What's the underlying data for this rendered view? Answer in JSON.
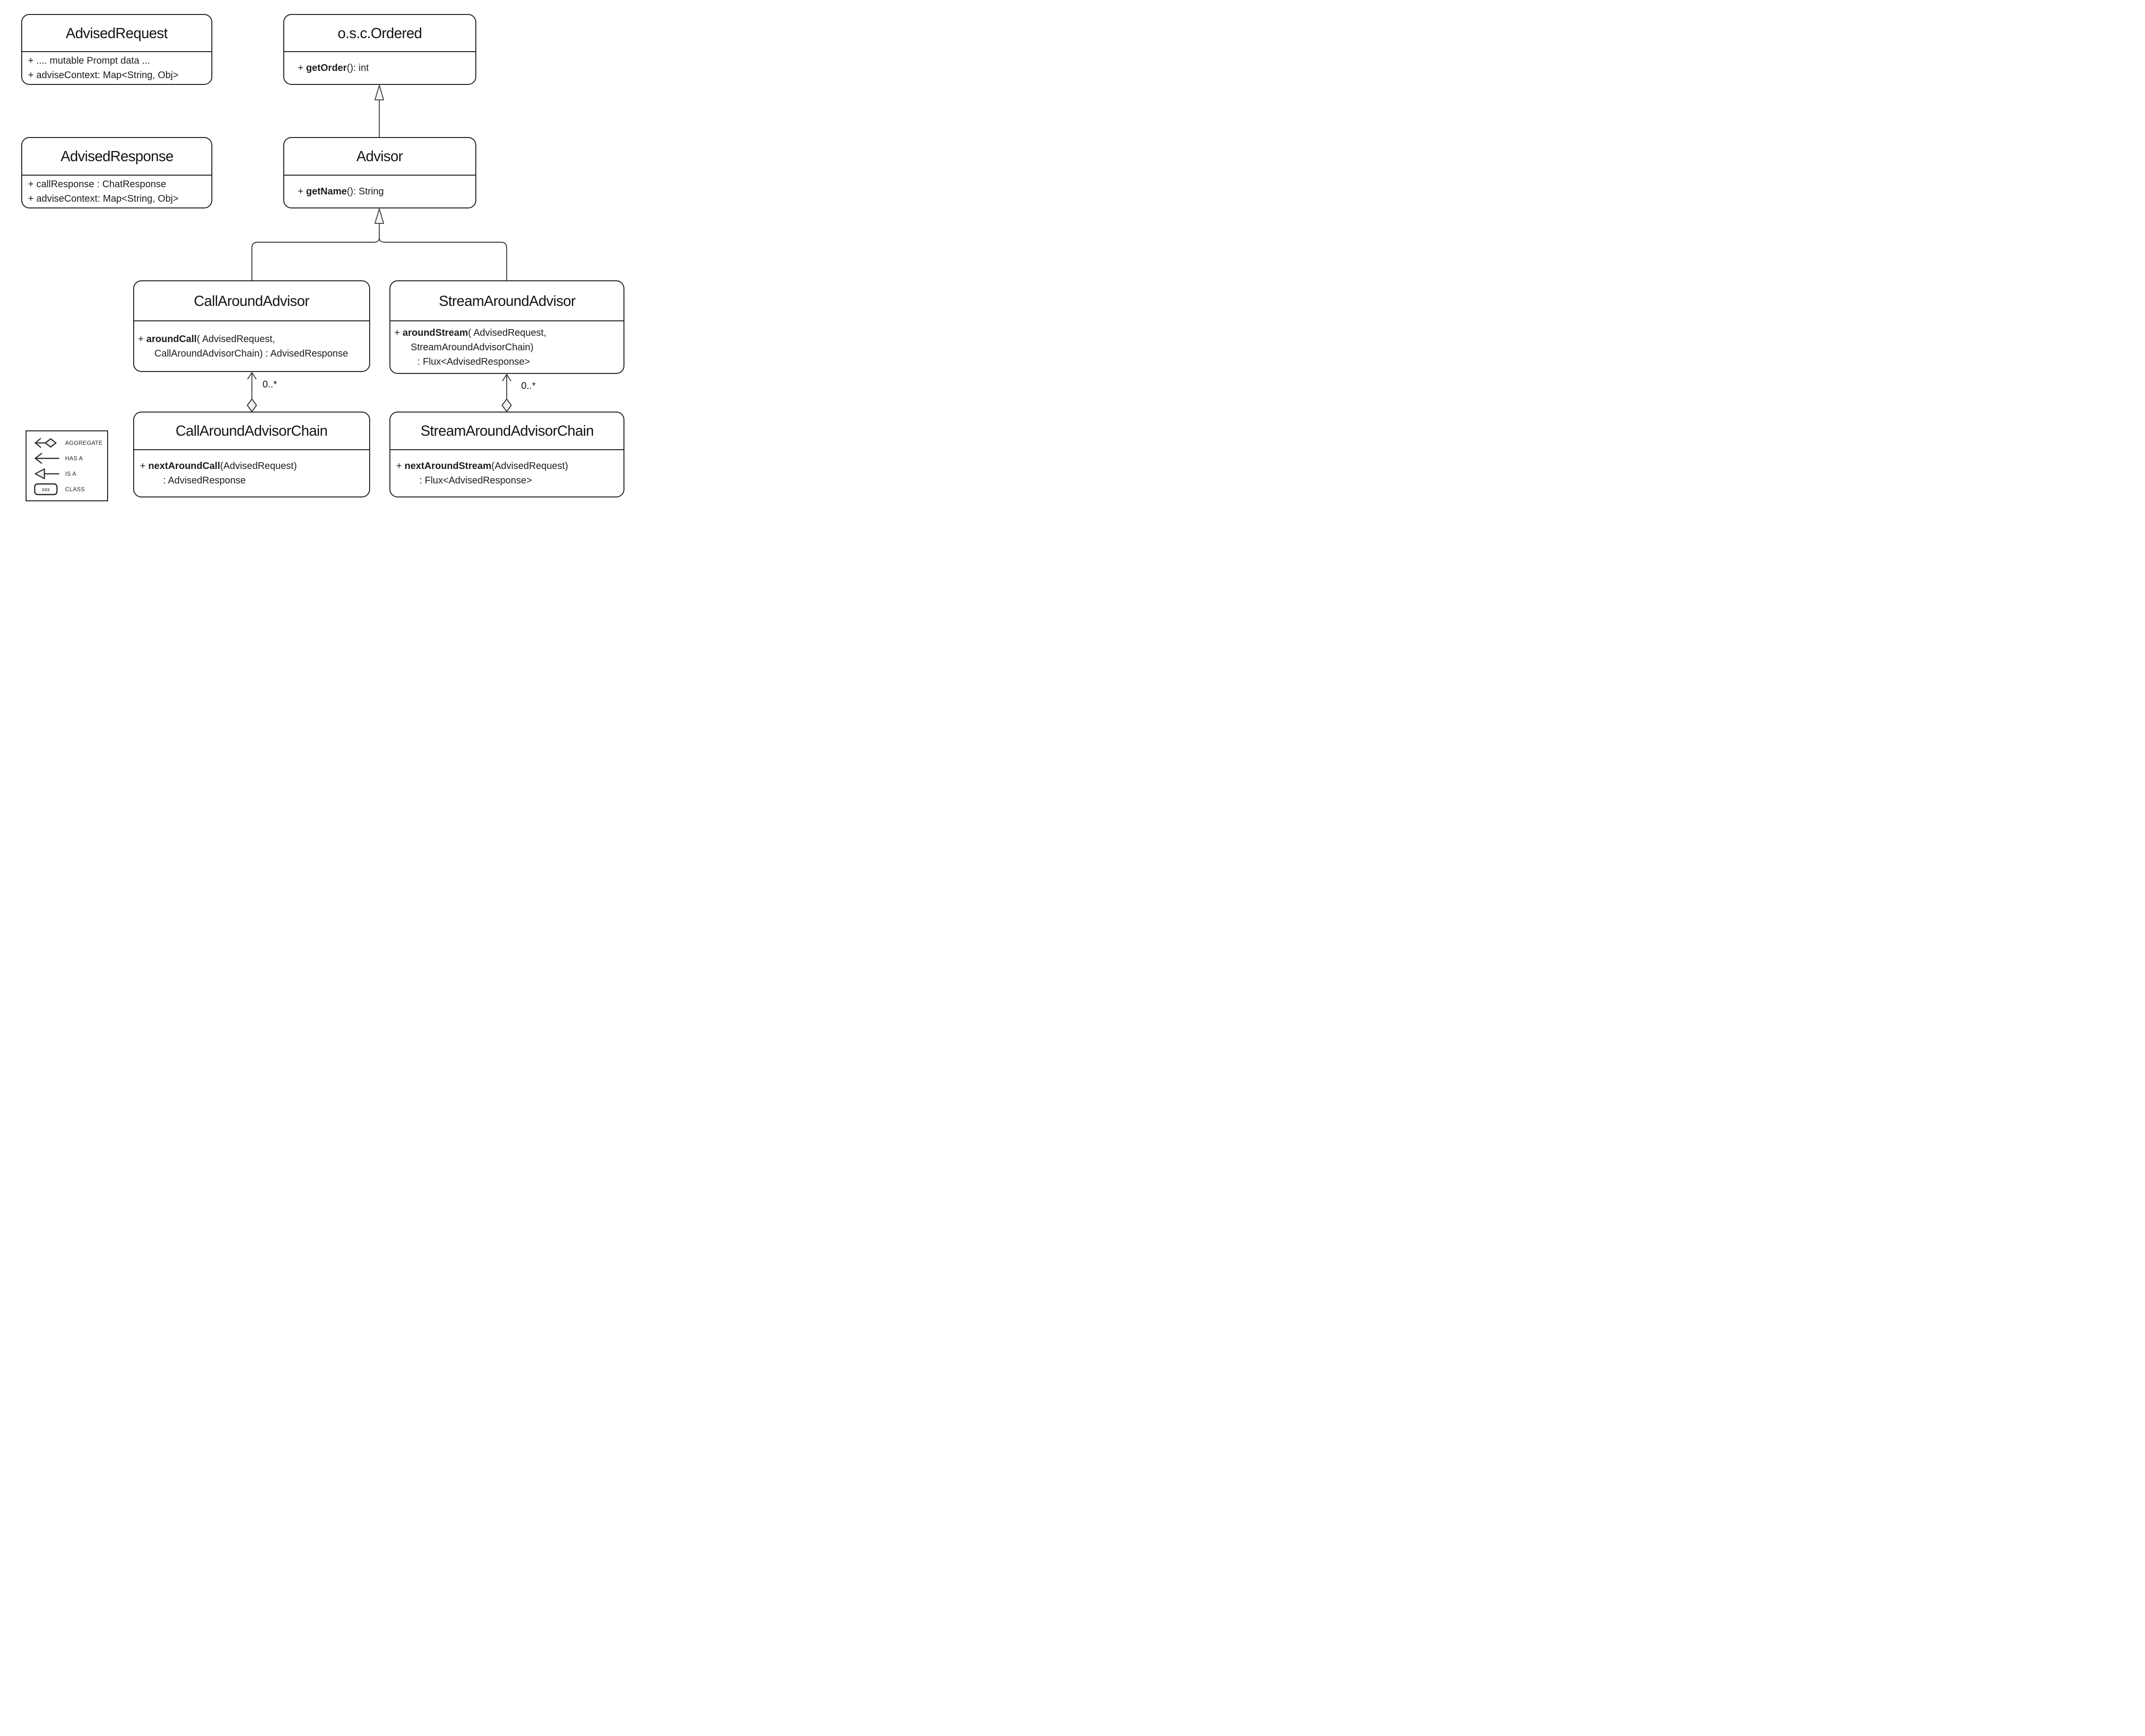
{
  "classes": [
    {
      "key": "advisedRequest",
      "title": "AdvisedRequest",
      "members": [
        {
          "indent": 0,
          "segments": [
            {
              "text": "+ .... mutable Prompt data ...",
              "bold": false
            }
          ]
        },
        {
          "indent": 0,
          "segments": [
            {
              "text": "+ adviseContext: Map<String, Obj>",
              "bold": false
            }
          ]
        }
      ]
    },
    {
      "key": "oscOrdered",
      "title": "o.s.c.Ordered",
      "members": [
        {
          "indent": 0,
          "segments": [
            {
              "text": "+ ",
              "bold": false
            },
            {
              "text": "getOrder",
              "bold": true
            },
            {
              "text": "(): int",
              "bold": false
            }
          ]
        }
      ]
    },
    {
      "key": "advisedResponse",
      "title": "AdvisedResponse",
      "members": [
        {
          "indent": 0,
          "segments": [
            {
              "text": "+ callResponse : ChatResponse",
              "bold": false
            }
          ]
        },
        {
          "indent": 0,
          "segments": [
            {
              "text": "+ adviseContext: Map<String, Obj>",
              "bold": false
            }
          ]
        }
      ]
    },
    {
      "key": "advisor",
      "title": "Advisor",
      "members": [
        {
          "indent": 0,
          "segments": [
            {
              "text": "+ ",
              "bold": false
            },
            {
              "text": "getName",
              "bold": true
            },
            {
              "text": "(): String",
              "bold": false
            }
          ]
        }
      ]
    },
    {
      "key": "callAroundAdvisor",
      "title": "CallAroundAdvisor",
      "members": [
        {
          "indent": 0,
          "segments": [
            {
              "text": "+ ",
              "bold": false
            },
            {
              "text": "aroundCall",
              "bold": true
            },
            {
              "text": "( AdvisedRequest,",
              "bold": false
            }
          ]
        },
        {
          "indent": 1,
          "segments": [
            {
              "text": "CallAroundAdvisorChain) : AdvisedResponse",
              "bold": false
            }
          ]
        }
      ]
    },
    {
      "key": "streamAroundAdvisor",
      "title": "StreamAroundAdvisor",
      "members": [
        {
          "indent": 0,
          "segments": [
            {
              "text": "+ ",
              "bold": false
            },
            {
              "text": "aroundStream",
              "bold": true
            },
            {
              "text": "( AdvisedRequest,",
              "bold": false
            }
          ]
        },
        {
          "indent": 1,
          "segments": [
            {
              "text": "StreamAroundAdvisorChain)",
              "bold": false
            }
          ]
        },
        {
          "indent": 2,
          "segments": [
            {
              "text": ": Flux<AdvisedResponse>",
              "bold": false
            }
          ]
        }
      ]
    },
    {
      "key": "callAroundAdvisorChain",
      "title": "CallAroundAdvisorChain",
      "members": [
        {
          "indent": 0,
          "segments": [
            {
              "text": "+ ",
              "bold": false
            },
            {
              "text": "nextAroundCall",
              "bold": true
            },
            {
              "text": "(AdvisedRequest)",
              "bold": false
            }
          ]
        },
        {
          "indent": 2,
          "segments": [
            {
              "text": ": AdvisedResponse",
              "bold": false
            }
          ]
        }
      ]
    },
    {
      "key": "streamAroundAdvisorChain",
      "title": "StreamAroundAdvisorChain",
      "members": [
        {
          "indent": 0,
          "segments": [
            {
              "text": "+ ",
              "bold": false
            },
            {
              "text": "nextAroundStream",
              "bold": true
            },
            {
              "text": "(AdvisedRequest)",
              "bold": false
            }
          ]
        },
        {
          "indent": 2,
          "segments": [
            {
              "text": ": Flux<AdvisedResponse>",
              "bold": false
            }
          ]
        }
      ]
    }
  ],
  "relations": [
    {
      "type": "is-a",
      "from": "Advisor",
      "to": "o.s.c.Ordered"
    },
    {
      "type": "is-a",
      "from": "CallAroundAdvisor",
      "to": "Advisor"
    },
    {
      "type": "is-a",
      "from": "StreamAroundAdvisor",
      "to": "Advisor"
    },
    {
      "type": "aggregate",
      "from": "CallAroundAdvisorChain",
      "to": "CallAroundAdvisor",
      "multiplicity": "0..*"
    },
    {
      "type": "aggregate",
      "from": "StreamAroundAdvisorChain",
      "to": "StreamAroundAdvisor",
      "multiplicity": "0..*"
    }
  ],
  "legend": {
    "items": [
      {
        "symbol": "aggregate",
        "label": "AGGREGATE"
      },
      {
        "symbol": "has-a",
        "label": "HAS A"
      },
      {
        "symbol": "is-a",
        "label": "IS A"
      },
      {
        "symbol": "class",
        "label": "CLASS",
        "box_text": "xxx"
      }
    ]
  },
  "colors": {
    "background": "#ffffff",
    "box_stroke": "#212121",
    "connector_stroke": "#3a3a3a",
    "shape_fill": "#f2f2f2",
    "text": "#1c1c1c"
  }
}
